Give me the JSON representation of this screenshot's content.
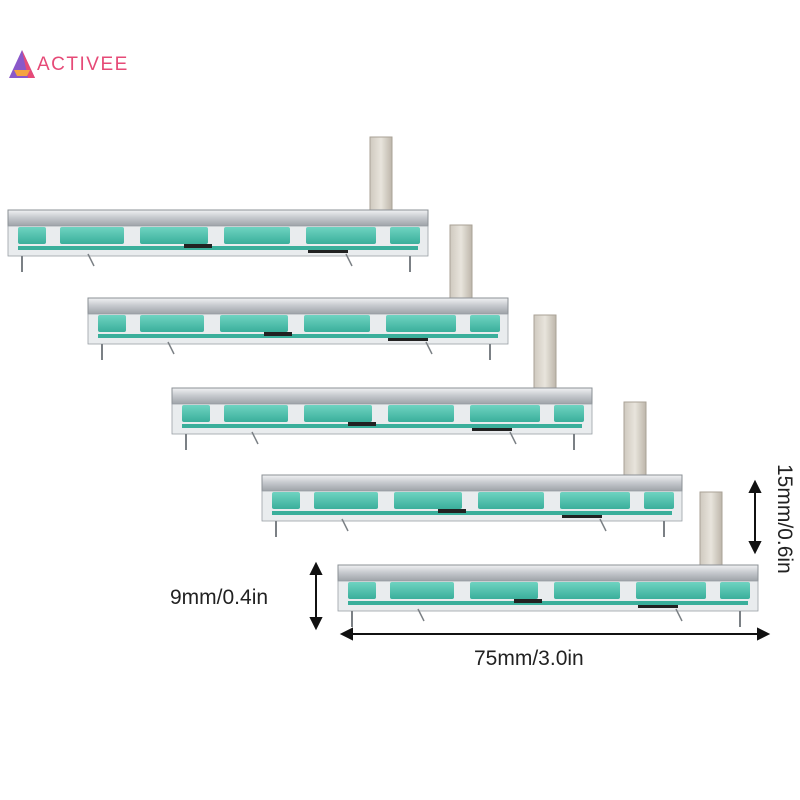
{
  "brand": {
    "logo_text": "ACTIVEE",
    "colors": {
      "pink": "#e64a77",
      "purple": "#8a58c9",
      "orange": "#f4a340"
    }
  },
  "dimensions": {
    "height_label": "9mm/0.4in",
    "length_label": "75mm/3.0in",
    "total_height_label": "15mm/0.6in"
  },
  "product": {
    "item": "slide-potentiometer",
    "count": 5,
    "colors": {
      "metal": "#c9ccd0",
      "plastic": "#4ec4b0",
      "knob": "#d7d1c7"
    }
  }
}
